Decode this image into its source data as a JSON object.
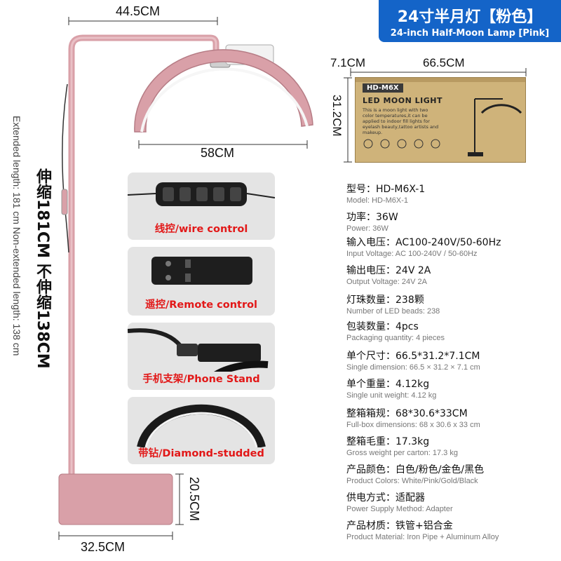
{
  "header": {
    "title_cn": "24寸半月灯【粉色】",
    "title_en": "24-inch Half-Moon Lamp [Pink]"
  },
  "dimensions": {
    "top_width": "44.5CM",
    "lamp_width": "58CM",
    "base_width": "32.5CM",
    "base_height": "20.5CM",
    "box_depth": "7.1CM",
    "box_width": "66.5CM",
    "box_height": "31.2CM"
  },
  "length_info": {
    "cn": "伸缩181CM  不伸缩138CM",
    "en": "Extended length: 181 cm Non-extended length: 138 cm"
  },
  "features": [
    {
      "label": "线控/wire control"
    },
    {
      "label": "遥控/Remote control"
    },
    {
      "label": "手机支架/Phone Stand"
    },
    {
      "label": "带钻/Diamond-studded"
    }
  ],
  "box": {
    "model": "HD-M6X",
    "name": "LED MOON LIGHT",
    "desc": "This is a moon light with two color temperatures,it can be applied to indoor fill lights for eyelash beauty,tattoo artists and makeup."
  },
  "specs": [
    {
      "cn": "型号：HD-M6X-1",
      "en": "Model: HD-M6X-1"
    },
    {
      "cn": "功率：36W",
      "en": "Power: 36W"
    },
    {
      "cn": "输入电压：AC100-240V/50-60Hz",
      "en": "Input Voltage: AC 100-240V / 50-60Hz"
    },
    {
      "cn": "输出电压：24V 2A",
      "en": "Output Voltage: 24V 2A"
    },
    {
      "cn": "灯珠数量：238颗",
      "en": "Number of LED beads: 238"
    },
    {
      "cn": "包装数量：4pcs",
      "en": "Packaging quantity: 4 pieces"
    },
    {
      "cn": "单个尺寸：66.5*31.2*7.1CM",
      "en": "Single dimension: 66.5 × 31.2 × 7.1 cm"
    },
    {
      "cn": "单个重量：4.12kg",
      "en": "Single unit weight: 4.12 kg"
    },
    {
      "cn": "整箱箱规：68*30.6*33CM",
      "en": "Full-box dimensions: 68 x 30.6 x 33 cm"
    },
    {
      "cn": "整箱毛重：17.3kg",
      "en": "Gross weight per carton: 17.3 kg"
    },
    {
      "cn": "产品颜色：白色/粉色/金色/黑色",
      "en": "Product Colors: White/Pink/Gold/Black"
    },
    {
      "cn": "供电方式：适配器",
      "en": "Power Supply Method: Adapter"
    },
    {
      "cn": "产品材质：铁管+铝合金",
      "en": "Product Material: Iron Pipe + Aluminum Alloy"
    }
  ],
  "colors": {
    "header_bg": "#1464c8",
    "lamp_pink": "#d9a0a8",
    "caption_red": "#e21818"
  }
}
